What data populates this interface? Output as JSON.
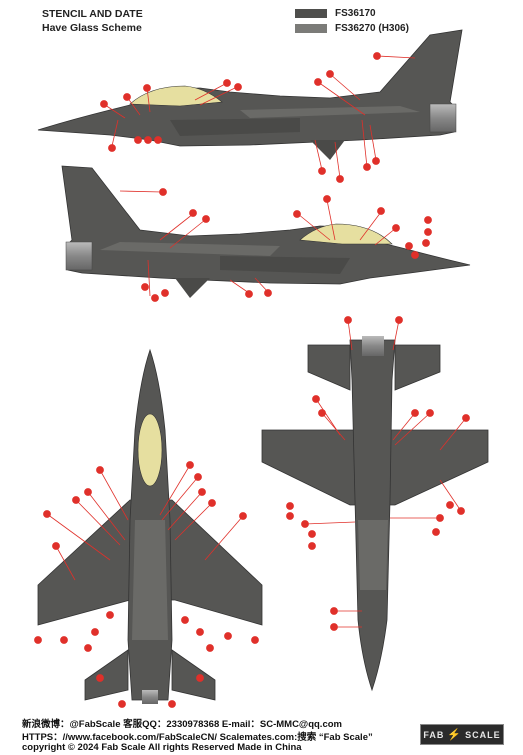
{
  "header": {
    "title_line1": "STENCIL AND DATE",
    "title_line2": "Have Glass Scheme"
  },
  "legend": [
    {
      "label": "FS36170",
      "color": "#4e4e4c"
    },
    {
      "label": "FS36270 (H306)",
      "color": "#7b7b78"
    }
  ],
  "callout_color": "#e0302a",
  "footer": {
    "line1": "新浪微博：@FabScale  客服QQ：2330978368  E-mail：SC-MMC@qq.com",
    "line2": "HTTPS：//www.facebook.com/FabScaleCN/   Scalemates.com:搜索 “Fab Scale”",
    "line3": "copyright ©   2024 Fab Scale     All rights Reserved       Made in China"
  },
  "logo": {
    "left": "FAB",
    "right": "SCALE"
  }
}
